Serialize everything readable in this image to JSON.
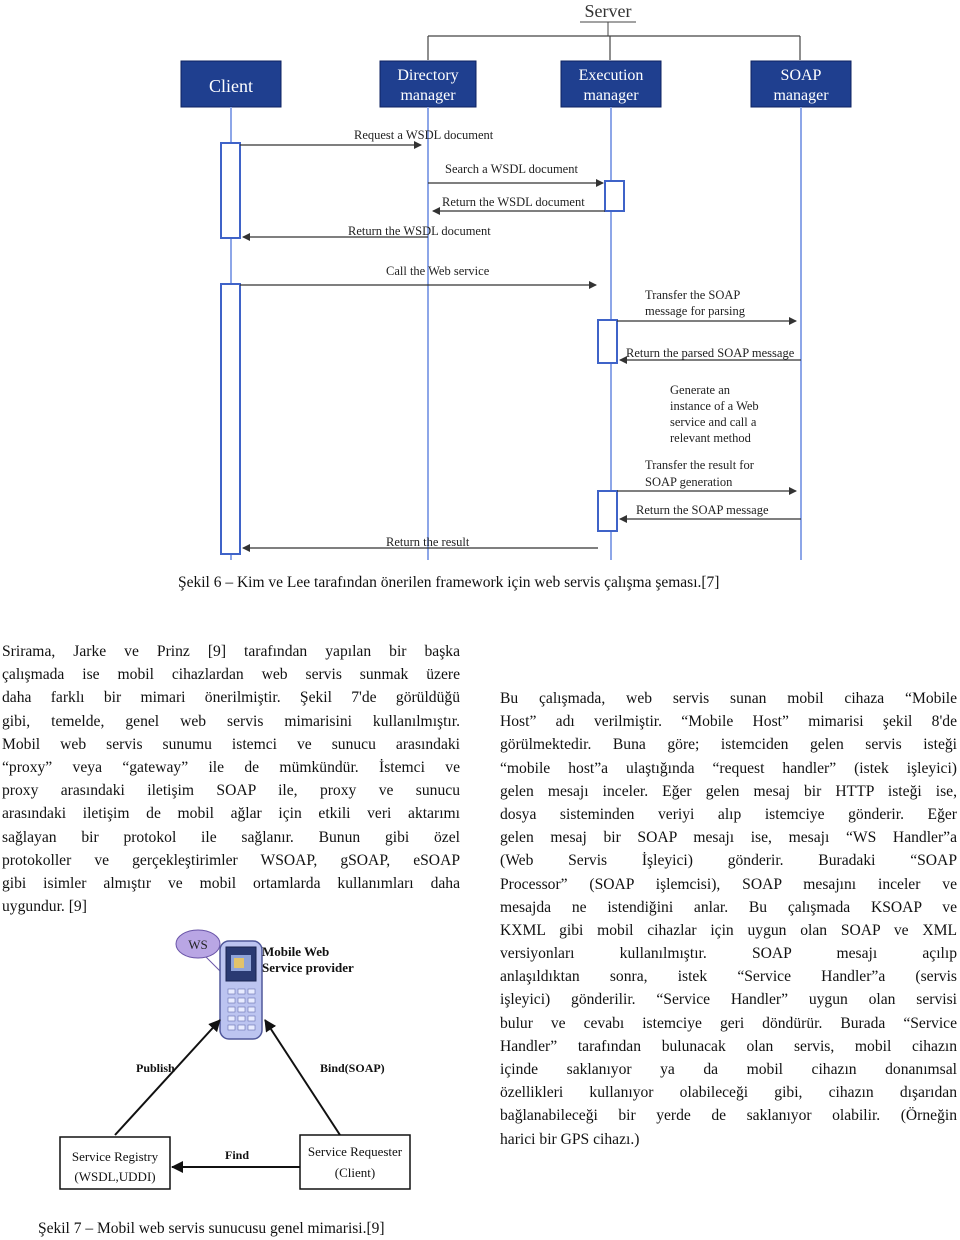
{
  "figure6": {
    "server_label": "Server",
    "participants": {
      "client": "Client",
      "directory": [
        "Directory",
        "manager"
      ],
      "execution": [
        "Execution",
        "manager"
      ],
      "soap": [
        "SOAP",
        "manager"
      ]
    },
    "messages": {
      "request_wsdl": "Request a WSDL document",
      "search_wsdl": "Search a WSDL document",
      "return_wsdl_exec": "Return the WSDL document",
      "return_wsdl_client": "Return the WSDL document",
      "call_ws": "Call the Web service",
      "transfer_parse": [
        "Transfer the SOAP",
        "message for parsing"
      ],
      "return_parsed": "Return the parsed SOAP message",
      "generate": [
        "Generate an",
        "instance of a Web",
        "service and call a",
        "relevant method"
      ],
      "transfer_result": [
        "Transfer the result for",
        "SOAP generation"
      ],
      "return_soap": "Return the SOAP message",
      "return_result": "Return the result"
    },
    "caption": "Şekil 6 – Kim ve Lee tarafından önerilen framework için web servis çalışma şeması.[7]"
  },
  "left_paragraph": [
    "Srirama, Jarke ve Prinz [9] tarafından yapılan bir başka",
    "çalışmada ise mobil cihazlardan web servis sunmak üzere",
    "daha farklı bir mimari önerilmiştir. Şekil 7'de görüldüğü",
    "gibi, temelde, genel web servis mimarisini kullanılmıştır.",
    "Mobil web servis sunumu istemci ve sunucu arasındaki",
    "“proxy” veya “gateway” ile de mümkündür. İstemci ve",
    "proxy arasındaki iletişim SOAP ile, proxy ve sunucu",
    "arasındaki iletişim de mobil ağlar için etkili veri aktarımı",
    "sağlayan bir protokol ile sağlanır. Bunun gibi özel",
    "protokoller ve gerçekleştirimler WSOAP, gSOAP, eSOAP",
    "gibi isimler almıştır ve mobil ortamlarda kullanımları daha",
    "uygundur. [9]"
  ],
  "right_paragraph": [
    "Bu çalışmada, web servis sunan mobil cihaza “Mobile",
    "Host” adı verilmiştir. “Mobile Host” mimarisi şekil 8'de",
    "görülmektedir. Buna göre; istemciden gelen servis isteği",
    "“mobile host”a ulaştığında “request handler” (istek işleyici)",
    "gelen mesajı inceler. Eğer gelen mesaj bir HTTP isteği ise,",
    "dosya sisteminden veriyi alıp istemciye gönderir. Eğer",
    "gelen mesaj bir SOAP mesajı ise, mesajı “WS Handler”a",
    "(Web Servis İşleyici) gönderir. Buradaki “SOAP",
    "Processor” (SOAP işlemcisi), SOAP mesajını inceler ve",
    "mesajda ne istendiğini anlar. Bu çalışmada KSOAP ve",
    "KXML gibi mobil cihazlar için uygun olan SOAP ve XML",
    "versiyonları kullanılmıştır. SOAP mesajı açılıp",
    "anlaşıldıktan sonra, istek “Service Handler”a (servis",
    "işleyici) gönderilir. “Service Handler” uygun olan servisi",
    "bulur ve cevabı istemciye geri döndürür. Burada “Service",
    "Handler” tarafından bulunacak olan servis, mobil cihazın",
    "içinde saklanıyor ya da mobil cihazın donanımsal",
    "özellikleri kullanıyor olabileceği gibi, cihazın dışarıdan",
    "bağlanabileceği bir yerde de saklanıyor olabilir. (Örneğin",
    "harici bir GPS cihazı.)"
  ],
  "figure7": {
    "ws_badge": "WS",
    "provider": [
      "Mobile Web",
      "Service provider"
    ],
    "publish": "Publish",
    "bind": "Bind(SOAP)",
    "find": "Find",
    "registry": [
      "Service Registry",
      "(WSDL,UDDI)"
    ],
    "requester": [
      "Service Requester",
      "(Client)"
    ],
    "caption": "Şekil 7 – Mobil web servis sunucusu genel mimarisi.[9]"
  },
  "colors": {
    "box_fill": "#1f3f8f",
    "box_text": "#ffffff",
    "line": "#4a6fd0",
    "lifeline": "#8da6e8",
    "ws_badge": "#b9a6e4",
    "phone_body": "#bcc4f0"
  }
}
